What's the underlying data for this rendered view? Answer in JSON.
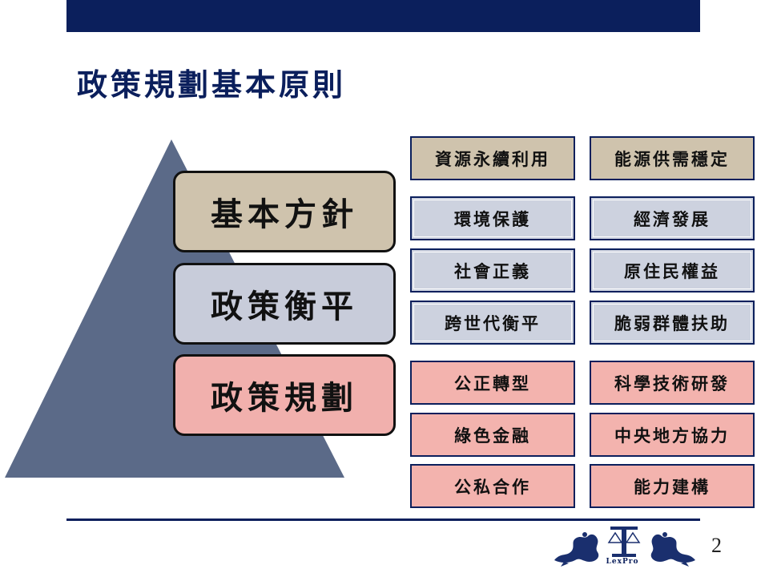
{
  "slide": {
    "title": "政策規劃基本原則",
    "page_number": "2"
  },
  "pyramid": {
    "tiers": [
      {
        "label": "基本方針",
        "color": "#cfc3ad"
      },
      {
        "label": "政策衡平",
        "color": "#c8ccda"
      },
      {
        "label": "政策規劃",
        "color": "#f1b0ad"
      }
    ]
  },
  "principles": {
    "basic": [
      "資源永續利用",
      "能源供需穩定"
    ],
    "balance": [
      "環境保護",
      "經濟發展",
      "社會正義",
      "原住民權益",
      "跨世代衡平",
      "脆弱群體扶助"
    ],
    "planning": [
      "公正轉型",
      "科學技術研發",
      "綠色金融",
      "中央地方協力",
      "公私合作",
      "能力建構"
    ]
  },
  "logo": {
    "text": "LexPro"
  },
  "colors": {
    "brand_navy": "#0b1f5c",
    "pyramid": "#5b6a88",
    "tan": "#cfc3ad",
    "grey": "#cdd2df",
    "pink": "#f3b3ae"
  }
}
